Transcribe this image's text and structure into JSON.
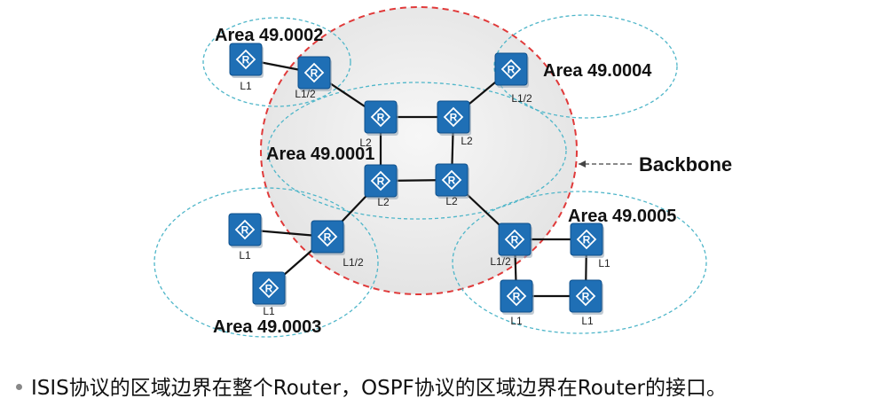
{
  "backbone": {
    "label": "Backbone"
  },
  "areas": [
    {
      "id": "a2",
      "label": "Area 49.0002"
    },
    {
      "id": "a4",
      "label": "Area 49.0004"
    },
    {
      "id": "a1",
      "label": "Area 49.0001"
    },
    {
      "id": "a5",
      "label": "Area 49.0005"
    },
    {
      "id": "a3",
      "label": "Area 49.0003"
    }
  ],
  "routers": [
    {
      "id": "r_a2_l1",
      "level": "L1"
    },
    {
      "id": "r_a2_l12",
      "level": "L1/2"
    },
    {
      "id": "r_a4_l12",
      "level": "L1/2"
    },
    {
      "id": "r_bb_tl",
      "level": "L2"
    },
    {
      "id": "r_bb_tr",
      "level": "L2"
    },
    {
      "id": "r_bb_bl",
      "level": "L2"
    },
    {
      "id": "r_bb_br",
      "level": "L2"
    },
    {
      "id": "r_a3_l1a",
      "level": "L1"
    },
    {
      "id": "r_a3_l12",
      "level": "L1/2"
    },
    {
      "id": "r_a3_l1b",
      "level": "L1"
    },
    {
      "id": "r_a5_l12",
      "level": "L1/2"
    },
    {
      "id": "r_a5_tr",
      "level": "L1"
    },
    {
      "id": "r_a5_bl",
      "level": "L1"
    },
    {
      "id": "r_a5_br",
      "level": "L1"
    }
  ],
  "links": [
    [
      "r_a2_l1",
      "r_a2_l12"
    ],
    [
      "r_a2_l12",
      "r_bb_tl"
    ],
    [
      "r_a4_l12",
      "r_bb_tr"
    ],
    [
      "r_bb_tl",
      "r_bb_tr"
    ],
    [
      "r_bb_tl",
      "r_bb_bl"
    ],
    [
      "r_bb_tr",
      "r_bb_br"
    ],
    [
      "r_bb_bl",
      "r_bb_br"
    ],
    [
      "r_bb_bl",
      "r_a3_l12"
    ],
    [
      "r_a3_l1a",
      "r_a3_l12"
    ],
    [
      "r_a3_l12",
      "r_a3_l1b"
    ],
    [
      "r_bb_br",
      "r_a5_l12"
    ],
    [
      "r_a5_l12",
      "r_a5_tr"
    ],
    [
      "r_a5_tr",
      "r_a5_br"
    ],
    [
      "r_a5_l12",
      "r_a5_bl"
    ],
    [
      "r_a5_bl",
      "r_a5_br"
    ]
  ],
  "caption": "ISIS协议的区域边界在整个Router，OSPF协议的区域边界在Router的接口。",
  "colors": {
    "router_fill": "#1f6fb5",
    "router_border": "#0d4f8b",
    "area_outline": "#4fb6c9",
    "backbone_outline": "#e03a3a",
    "backbone_fill": "#ebebeb",
    "link": "#111111"
  }
}
